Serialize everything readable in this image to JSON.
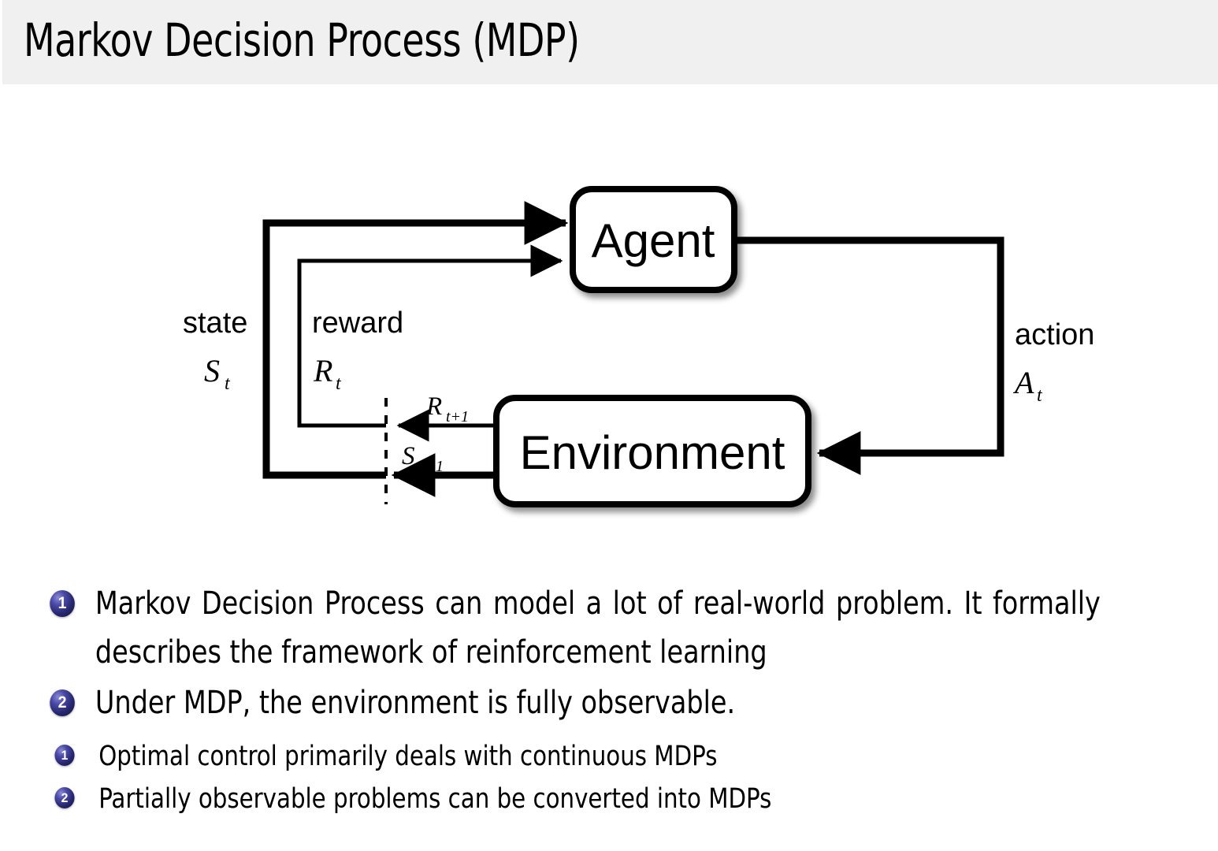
{
  "slide": {
    "title": "Markov Decision Process (MDP)",
    "header_bg": "#f0f0f0",
    "text_color": "#000000",
    "bullet_color": "#26266e"
  },
  "diagram": {
    "name": "agent-environment-interaction-loop",
    "nodes": [
      {
        "id": "agent",
        "label": "Agent"
      },
      {
        "id": "environment",
        "label": "Environment"
      }
    ],
    "edges": [
      {
        "id": "state",
        "label": "state",
        "symbol": "S",
        "subscript": "t",
        "from": "environment",
        "to": "agent"
      },
      {
        "id": "reward",
        "label": "reward",
        "symbol": "R",
        "subscript": "t",
        "from": "environment",
        "to": "agent"
      },
      {
        "id": "action",
        "label": "action",
        "symbol": "A",
        "subscript": "t",
        "from": "agent",
        "to": "environment"
      },
      {
        "id": "next-reward",
        "label": "",
        "symbol": "R",
        "subscript": "t+1",
        "from": "environment",
        "to": "reward-line"
      },
      {
        "id": "next-state",
        "label": "",
        "symbol": "S",
        "subscript": "t+1",
        "from": "environment",
        "to": "state-line"
      }
    ]
  },
  "bullets": [
    {
      "number": "1",
      "text": "Markov Decision Process can model a lot of real-world problem. It formally describes the framework of reinforcement learning",
      "children": []
    },
    {
      "number": "2",
      "text": "Under MDP, the environment is fully observable.",
      "children": [
        {
          "number": "1",
          "text": "Optimal control primarily deals with continuous MDPs"
        },
        {
          "number": "2",
          "text": "Partially observable problems can be converted into MDPs"
        }
      ]
    }
  ]
}
